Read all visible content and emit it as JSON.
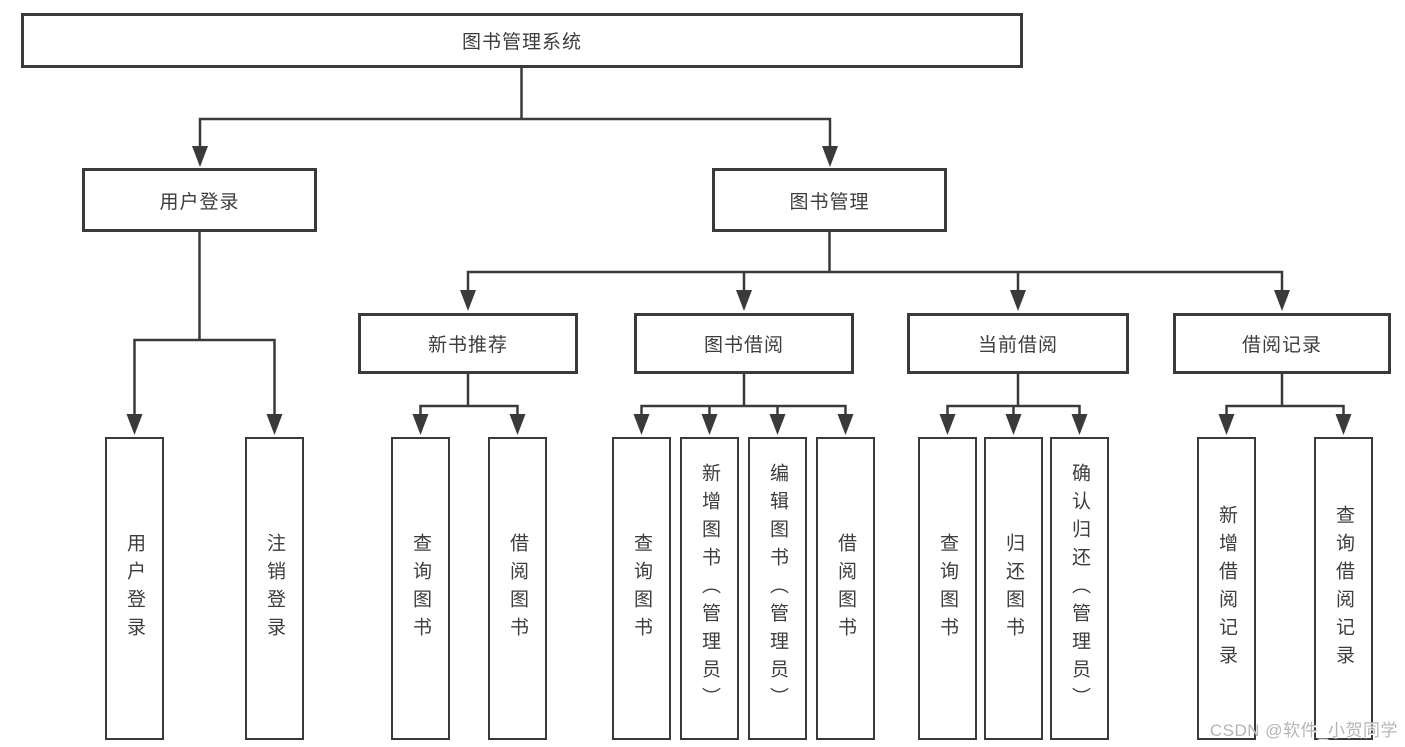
{
  "diagram": {
    "title": "图书管理系统",
    "watermark": "CSDN @软件_小贺同学",
    "colors": {
      "line": "#3a3a3a",
      "box_border": "#3a3a3a",
      "text": "#3d3d3d",
      "background": "#ffffff",
      "watermark": "#b5b5b5"
    },
    "nodes": {
      "root": "图书管理系统",
      "user_login_group": "用户登录",
      "book_mgmt": "图书管理",
      "new_book_rec": "新书推荐",
      "book_borrow": "图书借阅",
      "current_borrow": "当前借阅",
      "borrow_records": "借阅记录",
      "leaf_user_login": "用户登录",
      "leaf_logout": "注销登录",
      "leaf_rec_query_book": "查询图书",
      "leaf_rec_borrow_book": "借阅图书",
      "leaf_bb_query_book": "查询图书",
      "leaf_bb_add_book": "新增图书（管理员）",
      "leaf_bb_edit_book": "编辑图书（管理员）",
      "leaf_bb_borrow_book": "借阅图书",
      "leaf_cb_query_book": "查询图书",
      "leaf_cb_return_book": "归还图书",
      "leaf_cb_confirm_return": "确认归还（管理员）",
      "leaf_br_add_record": "新增借阅记录",
      "leaf_br_query_record": "查询借阅记录"
    },
    "structure": {
      "图书管理系统": [
        "用户登录",
        "图书管理"
      ],
      "用户登录": [
        "用户登录",
        "注销登录"
      ],
      "图书管理": [
        "新书推荐",
        "图书借阅",
        "当前借阅",
        "借阅记录"
      ],
      "新书推荐": [
        "查询图书",
        "借阅图书"
      ],
      "图书借阅": [
        "查询图书",
        "新增图书（管理员）",
        "编辑图书（管理员）",
        "借阅图书"
      ],
      "当前借阅": [
        "查询图书",
        "归还图书",
        "确认归还（管理员）"
      ],
      "借阅记录": [
        "新增借阅记录",
        "查询借阅记录"
      ]
    }
  }
}
